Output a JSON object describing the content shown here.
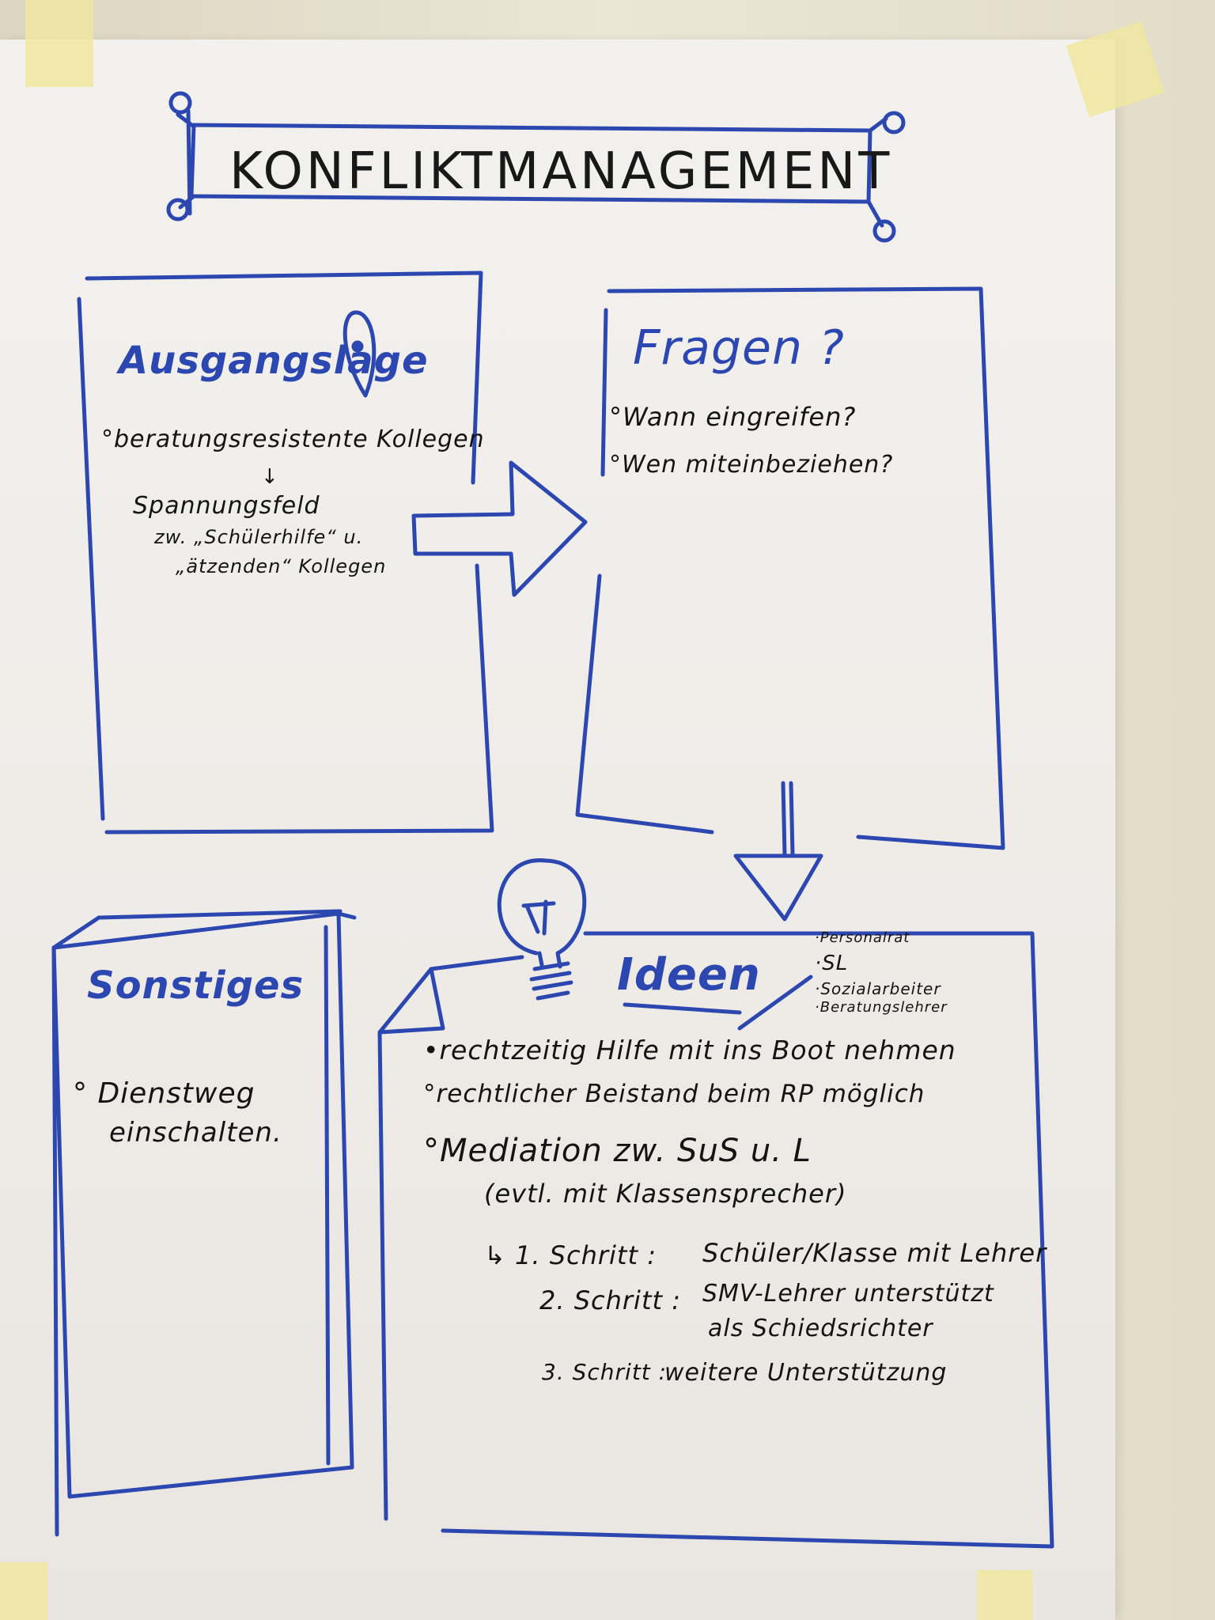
{
  "title": "KONFLIKTMANAGEMENT",
  "sections": {
    "ausgangslage": {
      "heading": "Ausgangslage",
      "bullet": "°beratungsresistente Kollegen",
      "arrow": "↓",
      "lines": [
        "Spannungsfeld",
        "zw. „Schülerhilfe“ u.",
        "„ätzenden“ Kollegen"
      ]
    },
    "fragen": {
      "heading": "Fragen ?",
      "items": [
        "°Wann eingreifen?",
        "°Wen miteinbeziehen?"
      ]
    },
    "sonstiges": {
      "heading": "Sonstiges",
      "lines": [
        "° Dienstweg",
        "einschalten."
      ]
    },
    "ideen": {
      "heading": "Ideen",
      "side_list": [
        "·Personalrat",
        "·SL",
        "·Sozialarbeiter",
        "·Beratungslehrer"
      ],
      "items": [
        "•rechtzeitig Hilfe mit ins Boot nehmen",
        "°rechtlicher Beistand beim RP möglich",
        "°Mediation zw. SuS u. L",
        "(evtl. mit Klassensprecher)"
      ],
      "steps": [
        {
          "label": "↳ 1. Schritt :",
          "text": "Schüler/Klasse mit Lehrer"
        },
        {
          "label": "2. Schritt :",
          "text": "SMV-Lehrer unterstützt"
        },
        {
          "label": "",
          "text": "als Schiedsrichter"
        },
        {
          "label": "3. Schritt :",
          "text": "weitere Unterstützung"
        }
      ]
    }
  },
  "colors": {
    "marker_blue": "#2c47b0",
    "ink_black": "#141414"
  }
}
